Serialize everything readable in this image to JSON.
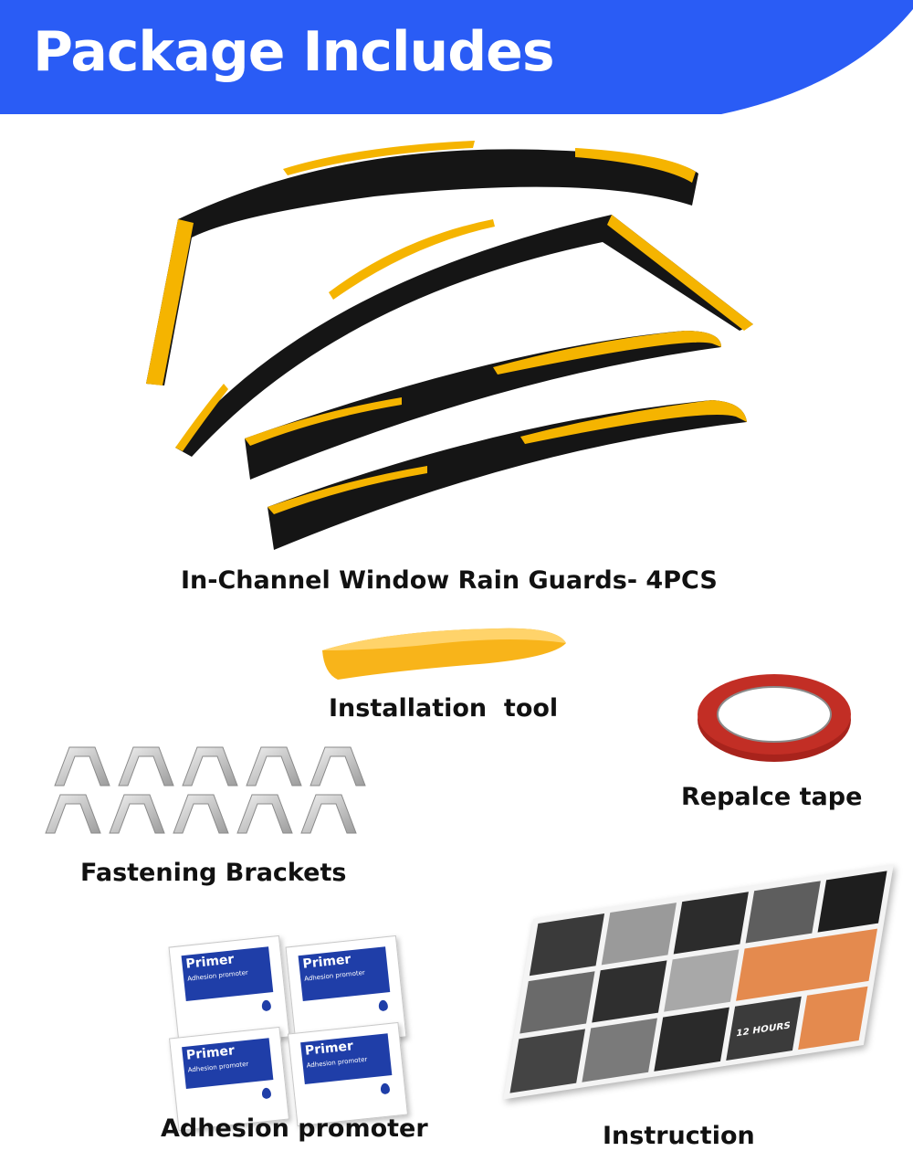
{
  "header": {
    "title": "Package Includes",
    "color": "#2a5cf5"
  },
  "items": {
    "rain_guards": {
      "label": "In-Channel Window Rain Guards- 4PCS"
    },
    "installation_tool": {
      "label": "Installation  tool"
    },
    "replace_tape": {
      "label": "Repalce tape"
    },
    "fastening_brackets": {
      "label": "Fastening Brackets"
    },
    "adhesion_promoter": {
      "label": "Adhesion promoter",
      "packet_brand": "Primer",
      "packet_subtitle": "Adhesion promoter"
    },
    "instruction": {
      "label": "Instruction",
      "time_note": "12 HOURS"
    }
  },
  "colors": {
    "accent_yellow": "#f5b400",
    "visor_black": "#151515",
    "tape_red": "#a8231c",
    "packet_blue": "#1f3ea8"
  }
}
